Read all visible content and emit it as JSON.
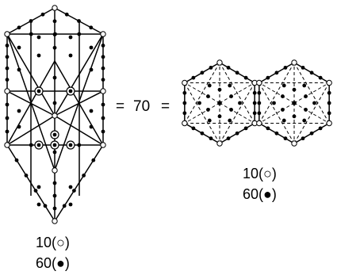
{
  "equation": {
    "left_operator": "=",
    "value": "70",
    "right_operator": "="
  },
  "left_figure": {
    "counts": [
      {
        "value": "10",
        "symbol": "(○)",
        "marker": "hollow-circle"
      },
      {
        "value": "60",
        "symbol": "(●)",
        "marker": "filled-circle"
      }
    ]
  },
  "right_figure": {
    "counts": [
      {
        "value": "10",
        "symbol": "(○)",
        "marker": "hollow-circle"
      },
      {
        "value": "60",
        "symbol": "(●)",
        "marker": "filled-circle"
      }
    ]
  }
}
